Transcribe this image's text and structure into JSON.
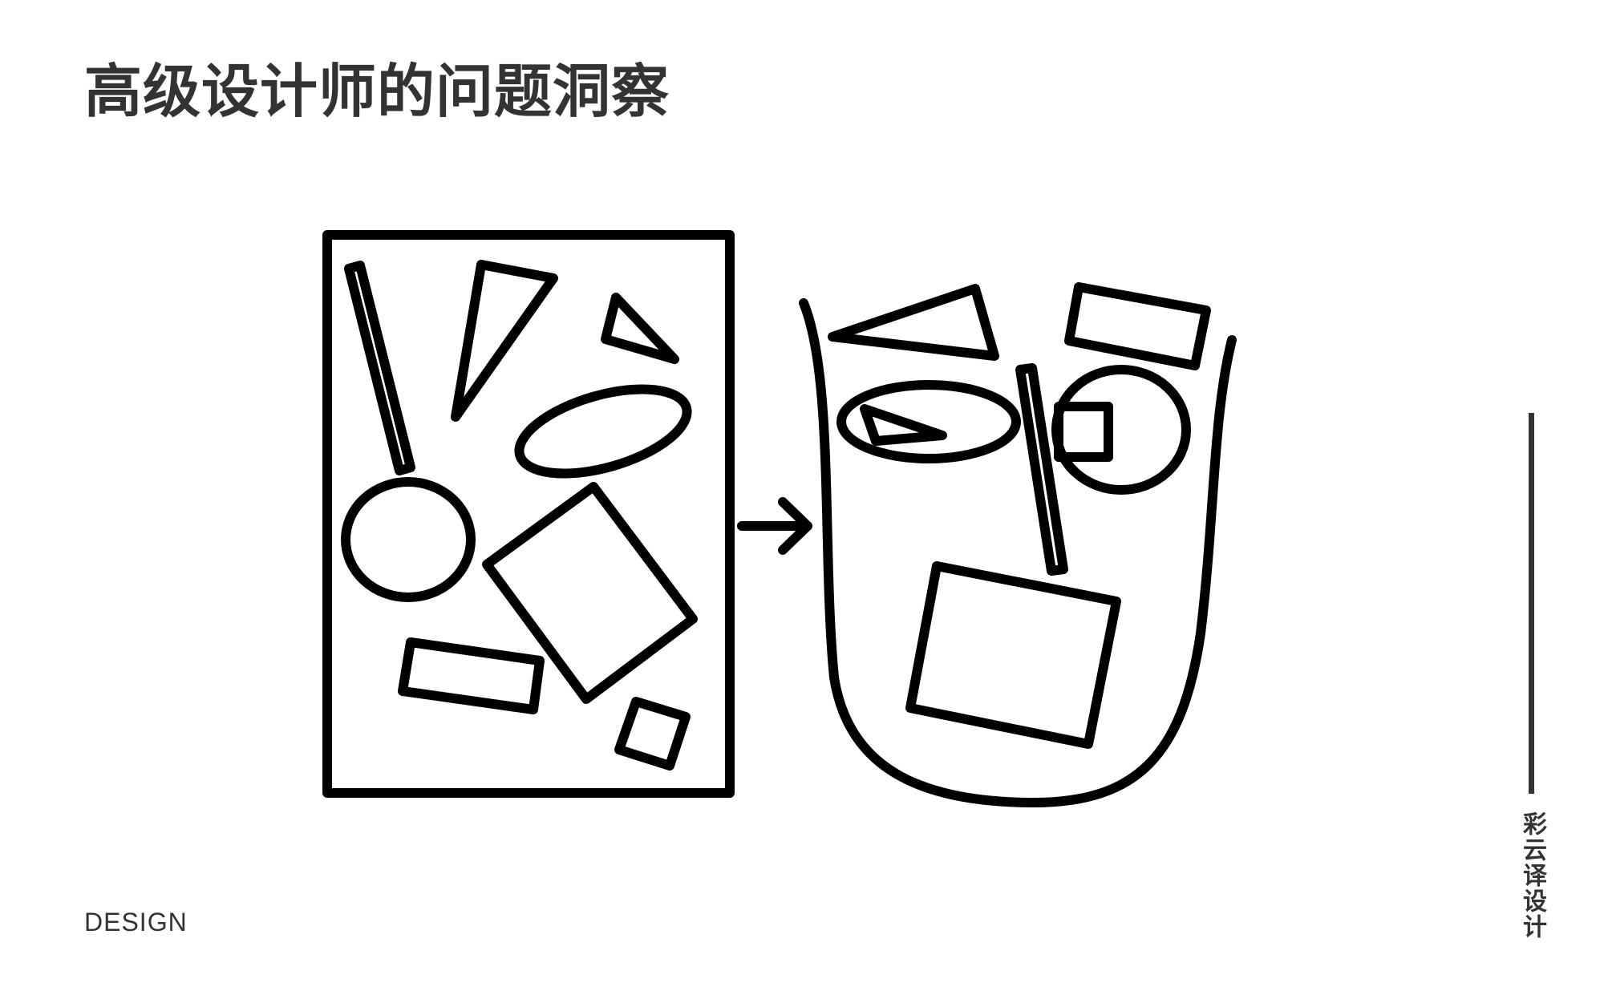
{
  "header": {
    "title": "高级设计师的问题洞察"
  },
  "footer": {
    "label": "DESIGN"
  },
  "side": {
    "brand": "彩云译设计"
  },
  "colors": {
    "text": "#333333",
    "stroke": "#000000",
    "background": "#ffffff"
  },
  "illustration": {
    "left_panel": "scattered-shapes",
    "connector": "arrow-right-icon",
    "right_panel": "face-composed-of-shapes"
  }
}
